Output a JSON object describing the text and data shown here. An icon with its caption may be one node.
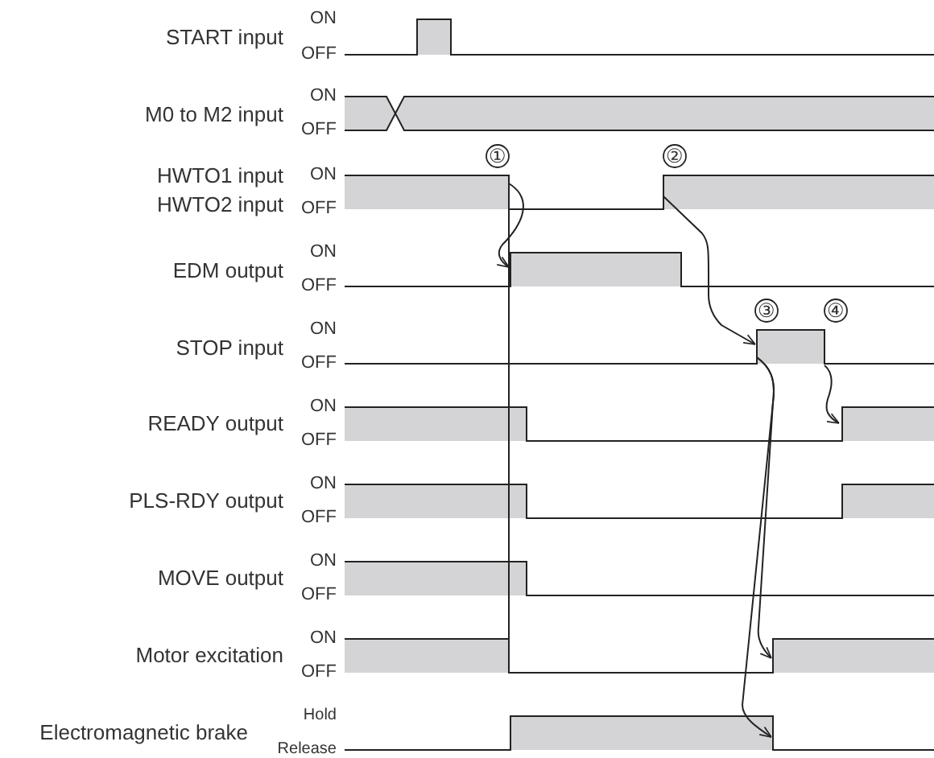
{
  "diagram": {
    "labels": [
      "START input",
      "ON",
      "OFF",
      "M0 to M2 input",
      "ON",
      "OFF",
      "①",
      "②",
      "HWTO1 input",
      "ON",
      "HWTO2 input",
      "OFF",
      "EDM output",
      "ON",
      "OFF",
      "③",
      "④",
      "STOP input",
      "ON",
      "OFF",
      "READY output",
      "ON",
      "OFF",
      "PLS-RDY output",
      "ON",
      "OFF",
      "MOVE output",
      "ON",
      "OFF",
      "Motor excitation",
      "ON",
      "OFF",
      "Electromagnetic brake",
      "Hold",
      "Release"
    ]
  }
}
